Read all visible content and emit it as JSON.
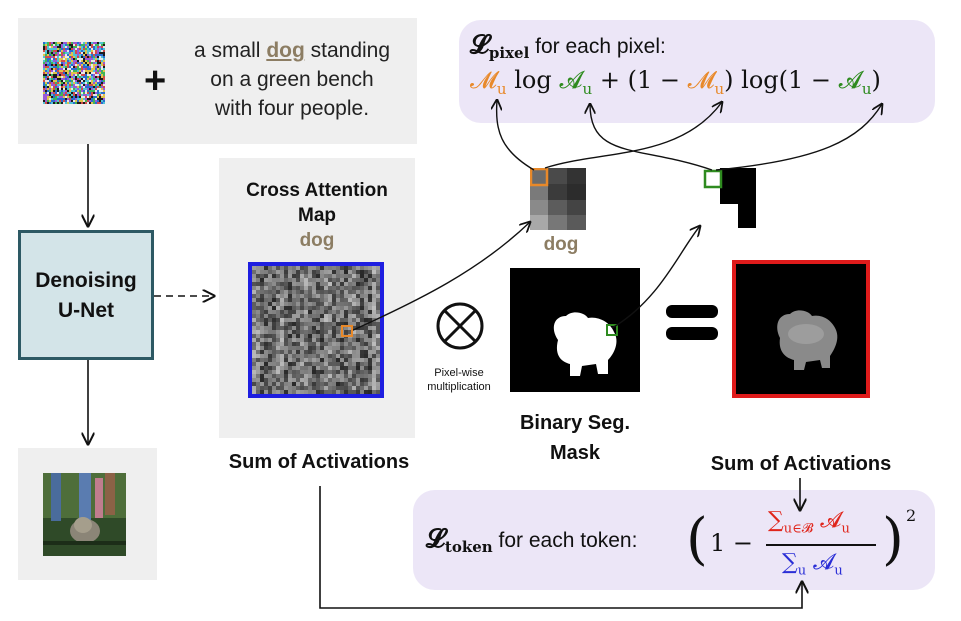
{
  "prompt": {
    "line1_pre": "a small ",
    "token": "dog",
    "line1_post": " standing",
    "line2": "on a green bench",
    "line3": "with four people.",
    "plus": "+"
  },
  "unet": {
    "line1": "Denoising",
    "line2": "U-Net"
  },
  "attention": {
    "title_line1": "Cross Attention",
    "title_line2": "Map",
    "token_label": "dog",
    "sum_label": "Sum of Activations"
  },
  "small_map": {
    "token_label": "dog"
  },
  "operator": {
    "label_line1": "Pixel-wise",
    "label_line2": "multiplication"
  },
  "mask": {
    "label_line1": "Binary Seg.",
    "label_line2": "Mask"
  },
  "result": {
    "sum_label": "Sum of Activations"
  },
  "pixel_loss": {
    "symbol": "𝓛",
    "subscript": "pixel",
    "desc": " for each pixel:",
    "formula": {
      "m": "𝓜",
      "u": "u",
      "log": "log",
      "a": "𝓐",
      "plus_open": "+ (1 −",
      "close_log_open": ") log(1 −",
      "close": ")"
    }
  },
  "token_loss": {
    "symbol": "𝓛",
    "subscript": "token",
    "desc": " for each token:",
    "formula": {
      "open": "(",
      "one_minus": "1 −",
      "num_sum": "∑",
      "num_sub": "u∈𝓑",
      "num_a": "𝓐",
      "num_a_sub": "u",
      "den_sum": "∑",
      "den_sub": "u",
      "den_a": "𝓐",
      "den_a_sub": "u",
      "close": ")",
      "exp": "2"
    }
  },
  "colors": {
    "panel": "#efefef",
    "lavender": "#ece6f7",
    "unet_fill": "#d3e4e8",
    "unet_border": "#2d5964",
    "attention_border": "#1e1ee0",
    "result_border": "#e01b1b",
    "orange": "#e8892a",
    "green": "#2e8b1f",
    "token_brown": "#8c7d63"
  }
}
